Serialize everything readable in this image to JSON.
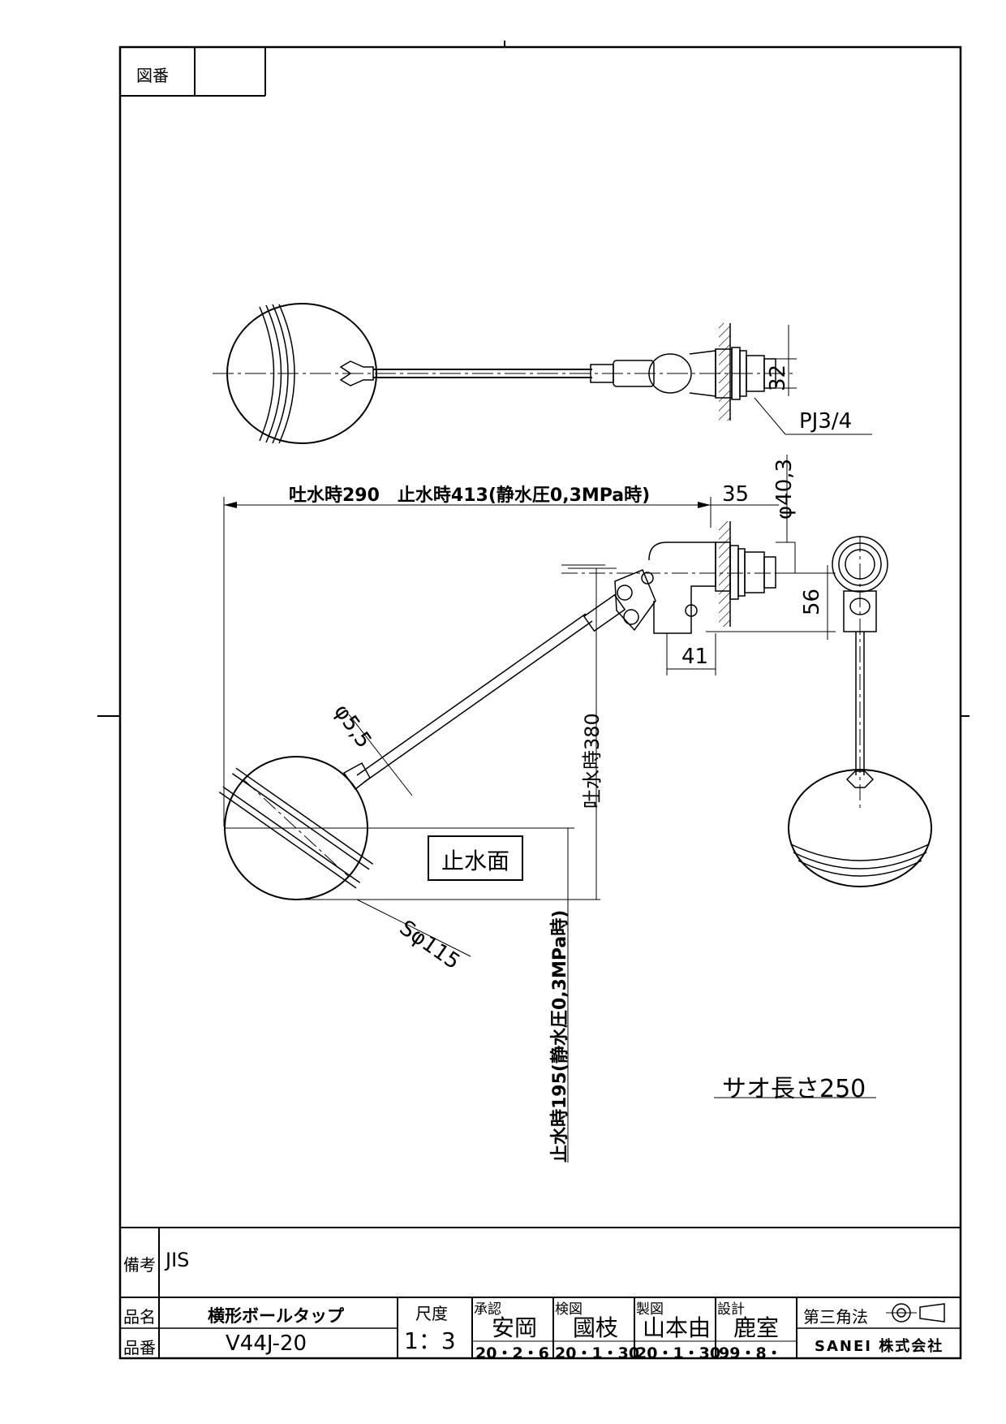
{
  "drawing_no_label": "図番",
  "drawing_no_value": "",
  "dims": {
    "pj": "PJ3/4",
    "d32": "32",
    "top_len": "吐水時290　止水時413(静水圧0,3MPa時)",
    "d35": "35",
    "d40": "φ40,3",
    "d56": "56",
    "d41": "41",
    "d55": "φ5,5",
    "h380": "吐水時380",
    "stop_surface": "止水面",
    "sphere": "Sφ115",
    "h195": "止水時195(静水圧0,3MPa時)",
    "rod": "サオ長さ250"
  },
  "title_block": {
    "remarks_label": "備考",
    "remarks_value": "JIS",
    "name_label": "品名",
    "name_value": "横形ボールタップ",
    "number_label": "品番",
    "number_value": "V44J-20",
    "scale_label": "尺度",
    "scale_value": "1：3",
    "approve_label": "承認",
    "approve_name": "安岡",
    "approve_date": "20・2・6",
    "check_label": "検図",
    "check_name": "國枝",
    "check_date": "20・1・30",
    "draw_label": "製図",
    "draw_name": "山本由",
    "draw_date": "20・1・30",
    "design_label": "設計",
    "design_name": "鹿室",
    "design_date": "99・8・",
    "projection_label": "第三角法",
    "company": "SANEI 株式会社"
  }
}
